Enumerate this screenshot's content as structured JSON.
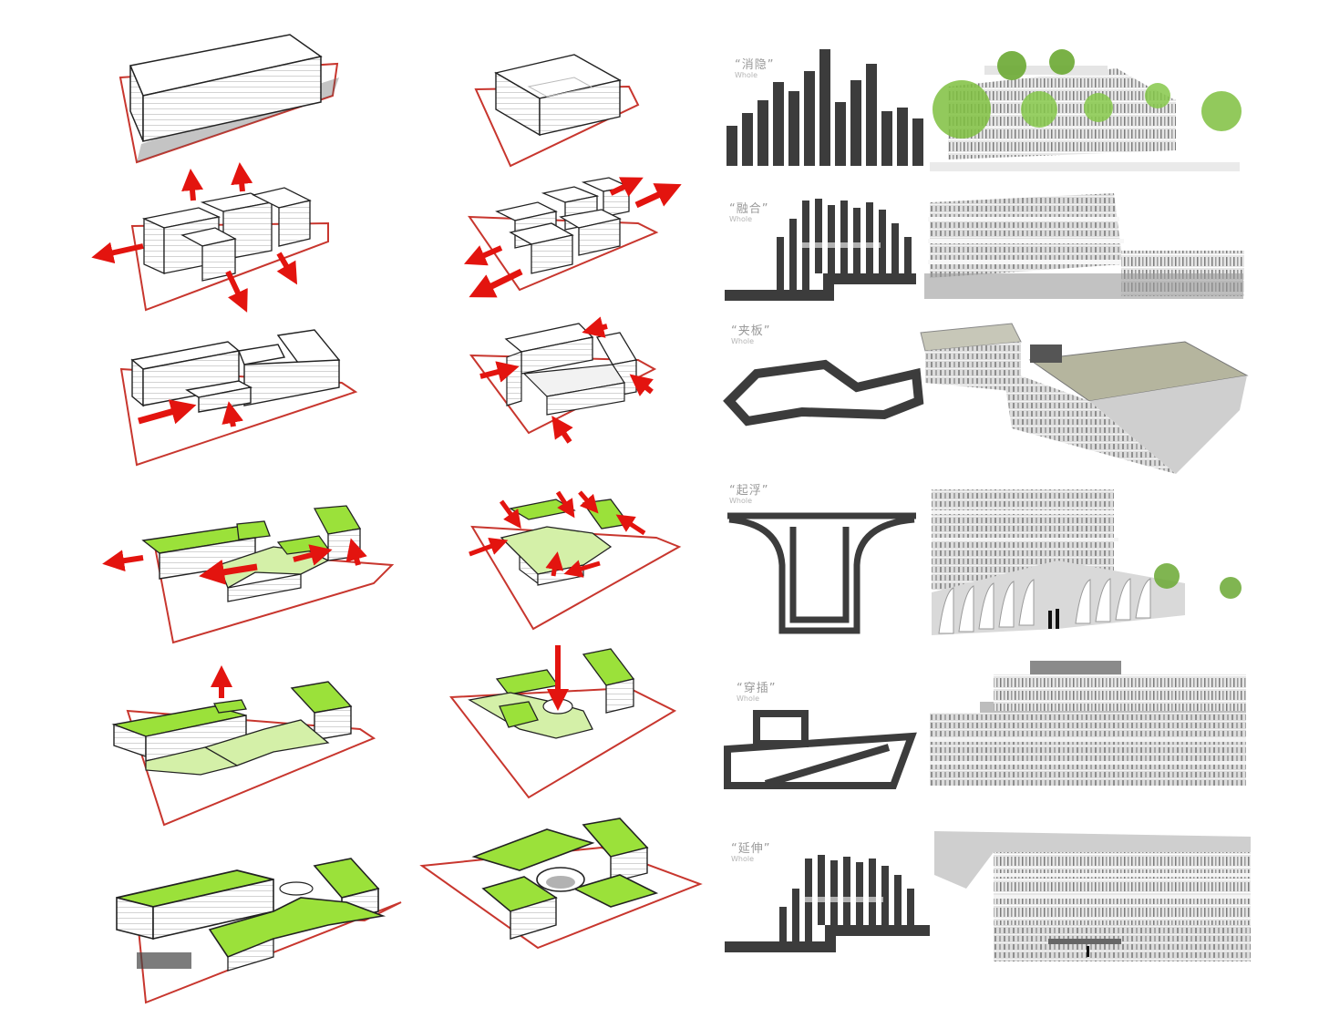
{
  "concepts": [
    {
      "label": "“消隐”",
      "sub": "Whole"
    },
    {
      "label": "“融合”",
      "sub": "Whole"
    },
    {
      "label": "“夹板”",
      "sub": "Whole"
    },
    {
      "label": "“起浮”",
      "sub": "Whole"
    },
    {
      "label": "“穿插”",
      "sub": "Whole"
    },
    {
      "label": "“延伸”",
      "sub": "Whole"
    }
  ],
  "colors": {
    "site_line": "#c8362e",
    "arrow": "#e3140f",
    "roof_green": "#9be13a",
    "terrace_green": "#d4f0a8",
    "mass_white": "#ffffff",
    "icon_dark": "#3c3c3c",
    "render_grey": "#cfcfcf"
  }
}
